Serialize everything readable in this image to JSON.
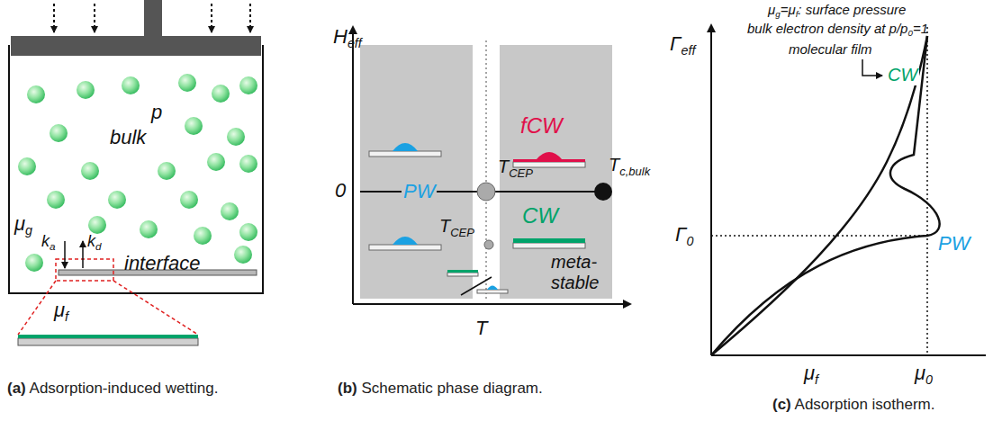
{
  "diagram": {
    "labels": [
      "p",
      "bulk",
      "μ",
      "g",
      "k",
      "a",
      "k",
      "d",
      "interface",
      "μ",
      "f",
      "(a)",
      "Adsorption-induced wetting.",
      "H",
      "eff",
      "0",
      "PW",
      "T",
      "CEP",
      "T",
      "c,bulk",
      "fCW",
      "CW",
      "T",
      "CEP",
      "meta-stable",
      "T",
      "(b)",
      "Schematic phase diagram.",
      "μ",
      "g",
      "=μ",
      "f",
      ": surface pressure",
      "bulk electron density at p/p",
      "0",
      "=1",
      "molecular film",
      "CW",
      "Γ",
      "eff",
      "Γ",
      "0",
      "PW",
      "μ",
      "f",
      "μ",
      "0",
      "(c)",
      "Adsorption isotherm."
    ]
  }
}
